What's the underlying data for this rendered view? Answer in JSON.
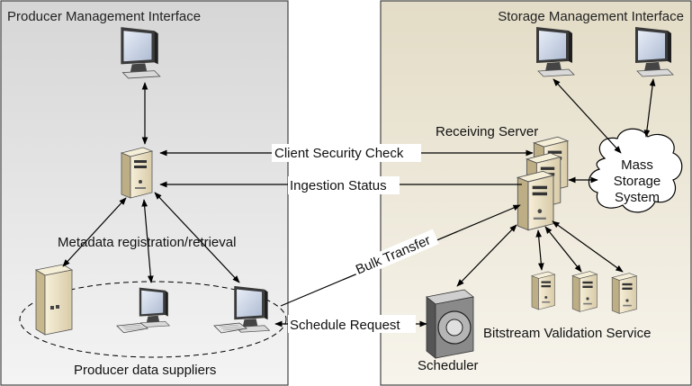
{
  "panels": {
    "producer": {
      "title": "Producer Management Interface"
    },
    "storage": {
      "title": "Storage Management Interface"
    }
  },
  "labels": {
    "client_security_check": "Client Security Check",
    "ingestion_status": "Ingestion Status",
    "receiving_server": "Receiving Server",
    "mass_storage_line1": "Mass",
    "mass_storage_line2": "Storage",
    "mass_storage_line3": "System",
    "metadata": "Metadata registration/retrieval",
    "bulk_transfer": "Bulk Transfer",
    "schedule_request": "Schedule Request",
    "bitstream_validation": "Bitstream Validation Service",
    "producer_data_suppliers": "Producer data suppliers",
    "scheduler": "Scheduler"
  },
  "colors": {
    "producer_panel": "#d9d9d9",
    "storage_panel": "#e9e2d0",
    "server_body": "#efe6cf",
    "monitor_screen": "#cfd8e8",
    "arrow": "#000000"
  }
}
